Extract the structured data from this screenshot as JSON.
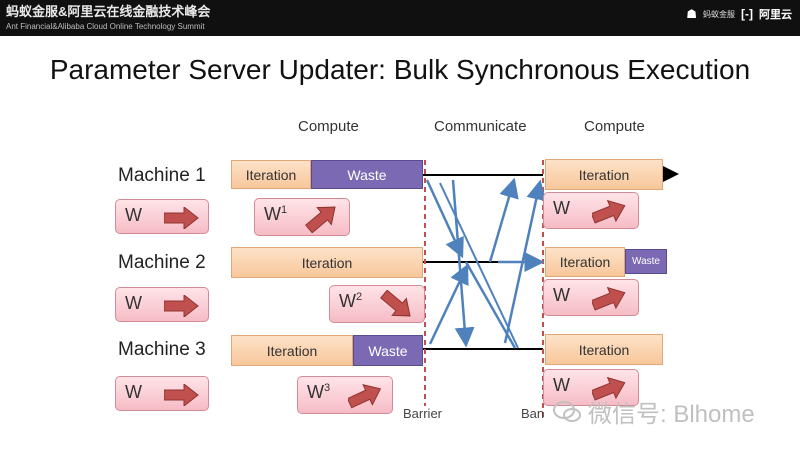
{
  "header": {
    "event_title": "蚂蚁金服&阿里云在线金融技术峰会",
    "event_subtitle": "Ant Financial&Alibaba Cloud Online Technology Summit",
    "logo_ant": "蚂蚁金服",
    "logo_aliyun": "阿里云"
  },
  "slide": {
    "title": "Parameter Server Updater: Bulk Synchronous Execution"
  },
  "columns": {
    "compute_left": "Compute",
    "communicate": "Communicate",
    "compute_right": "Compute"
  },
  "machines": [
    {
      "label": "Machine 1",
      "left_iteration": "Iteration",
      "left_waste": "Waste",
      "left_w": "W",
      "new_w": "W",
      "new_w_sup": "1",
      "right_iteration": "Iteration",
      "right_waste": "",
      "right_w": "W"
    },
    {
      "label": "Machine 2",
      "left_iteration": "Iteration",
      "left_waste": "",
      "left_w": "W",
      "new_w": "W",
      "new_w_sup": "2",
      "right_iteration": "Iteration",
      "right_waste": "Waste",
      "right_w": "W"
    },
    {
      "label": "Machine 3",
      "left_iteration": "Iteration",
      "left_waste": "Waste",
      "left_w": "W",
      "new_w": "W",
      "new_w_sup": "3",
      "right_iteration": "Iteration",
      "right_waste": "",
      "right_w": "W"
    }
  ],
  "barriers": {
    "left": "Barrier",
    "right": "Ban"
  },
  "watermark": {
    "text": "微信号: Blhome"
  },
  "colors": {
    "header_bg": "#101010",
    "iteration_fill": "#f8c79b",
    "waste_fill": "#7b6ab3",
    "w_card_fill": "#f6bcc6",
    "barrier_line": "#c0504d",
    "comm_arrow": "#4f81bd",
    "w_arrow": "#c0504d"
  }
}
